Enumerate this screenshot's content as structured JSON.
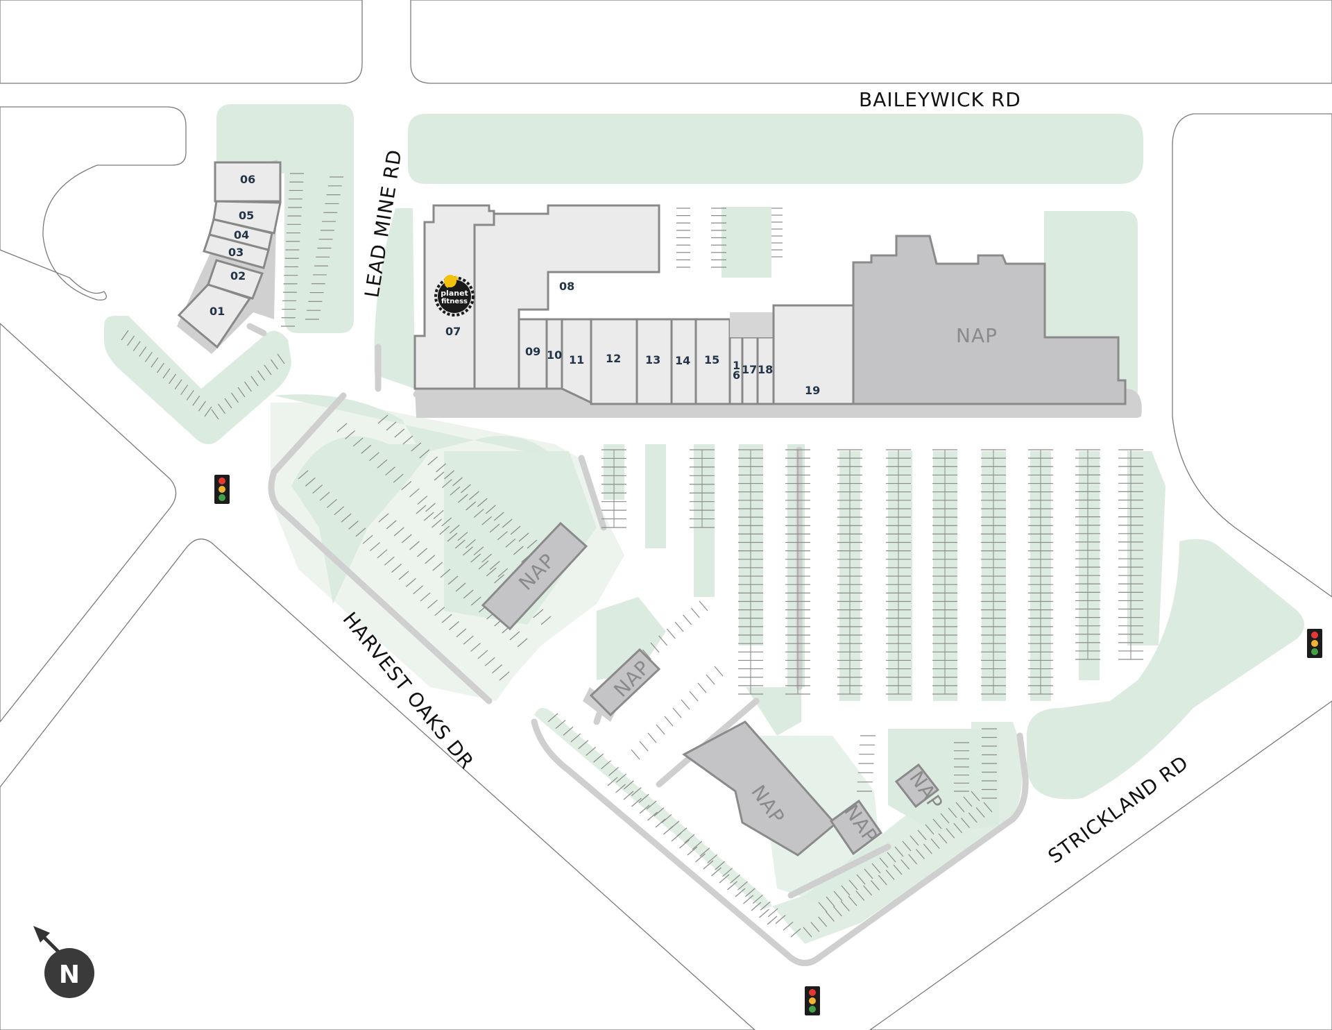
{
  "roads": {
    "baileywick": "BAILEYWICK RD",
    "lead_mine": "LEAD MINE RD",
    "harvest_oaks": "HARVEST OAKS DR",
    "strickland": "STRICKLAND RD"
  },
  "units": {
    "u01": "01",
    "u02": "02",
    "u03": "03",
    "u04": "04",
    "u05": "05",
    "u06": "06",
    "u07": "07",
    "u08": "08",
    "u09": "09",
    "u10": "10",
    "u11": "11",
    "u12": "12",
    "u13": "13",
    "u14": "14",
    "u15": "15",
    "u16a": "1",
    "u16b": "6",
    "u17": "17",
    "u18": "18",
    "u19": "19"
  },
  "nap": {
    "anchor": "NAP",
    "pad_a": "NAP",
    "pad_b": "NAP",
    "pad_c": "NAP",
    "pad_d": "NAP",
    "pad_e": "NAP"
  },
  "tenant_logo": {
    "line1": "planet",
    "line2": "fitness"
  },
  "compass": {
    "label": "N"
  },
  "colors": {
    "landscape": "#dcebdf",
    "building": "#ebebeb",
    "nap_building": "#c4c4c6",
    "unit_label": "#243447",
    "signal_red": "#e53935",
    "signal_yellow": "#f2b233",
    "signal_green": "#43a047",
    "logo_yellow": "#f4c20d"
  },
  "icons": [
    "traffic-light-icon",
    "north-arrow-icon",
    "planet-fitness-logo"
  ]
}
